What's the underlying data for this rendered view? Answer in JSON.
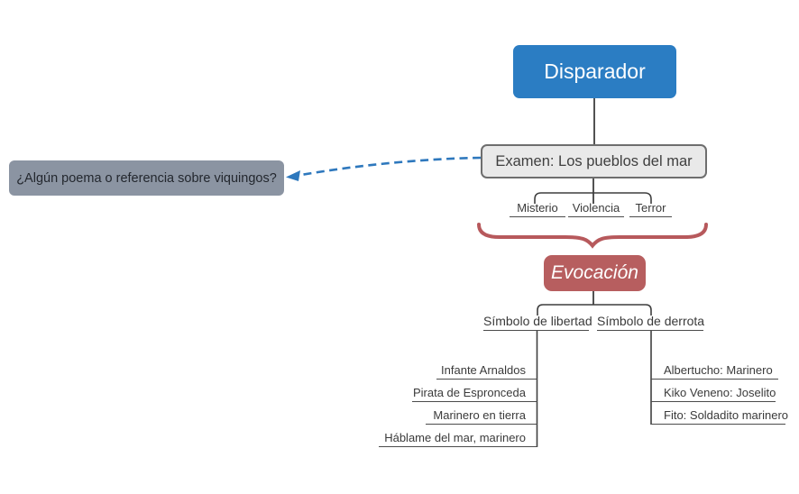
{
  "colors": {
    "root_blue": "#2b7dc3",
    "rose": "#b75e5f",
    "brace_rose": "#b7595c",
    "query_slate": "#8b94a2",
    "exam_fill": "#e9e9e9",
    "exam_border": "#6e6e6e",
    "line_dark": "#3f3f3f",
    "arrow_blue": "#2e78bd",
    "text_dark": "#3a3a3a"
  },
  "diagram": {
    "root_label": "Disparador",
    "exam_label": "Examen: Los pueblos del mar",
    "query_label": "¿Algún poema o referencia sobre viquingos?",
    "evocation_label": "Evocación",
    "themes": [
      "Misterio",
      "Violencia",
      "Terror"
    ],
    "branches": [
      {
        "label": "Símbolo de libertad",
        "items": [
          "Infante Arnaldos",
          "Pirata de Espronceda",
          "Marinero en tierra",
          "Háblame del mar, marinero"
        ]
      },
      {
        "label": "Símbolo de derrota",
        "items": [
          "Albertucho: Marinero",
          "Kiko Veneno: Joselito",
          "Fito: Soldadito marinero"
        ]
      }
    ]
  }
}
